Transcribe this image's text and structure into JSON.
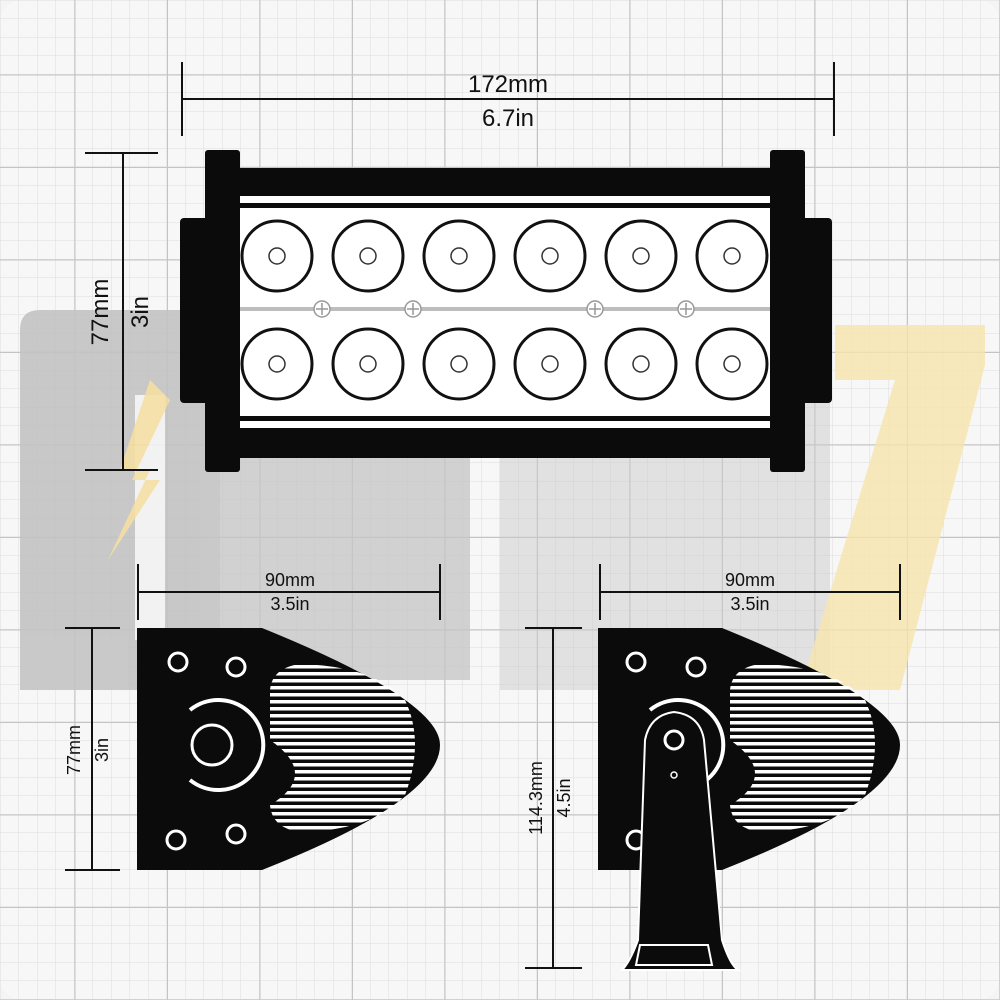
{
  "front_view": {
    "width_mm": "172mm",
    "width_in": "6.7in",
    "height_mm": "77mm",
    "height_in": "3in",
    "led_rows": 2,
    "leds_per_row": 6
  },
  "side_view_left": {
    "width_mm": "90mm",
    "width_in": "3.5in",
    "height_mm": "77mm",
    "height_in": "3in"
  },
  "side_view_right": {
    "width_mm": "90mm",
    "width_in": "3.5in",
    "height_mm": "114.3mm",
    "height_in": "4.5in"
  },
  "colors": {
    "body": "#0b0b0b",
    "grid": "#cfcfcf",
    "logo_gray": "#c2c2c2",
    "logo_yellow": "#f7e7b4"
  }
}
